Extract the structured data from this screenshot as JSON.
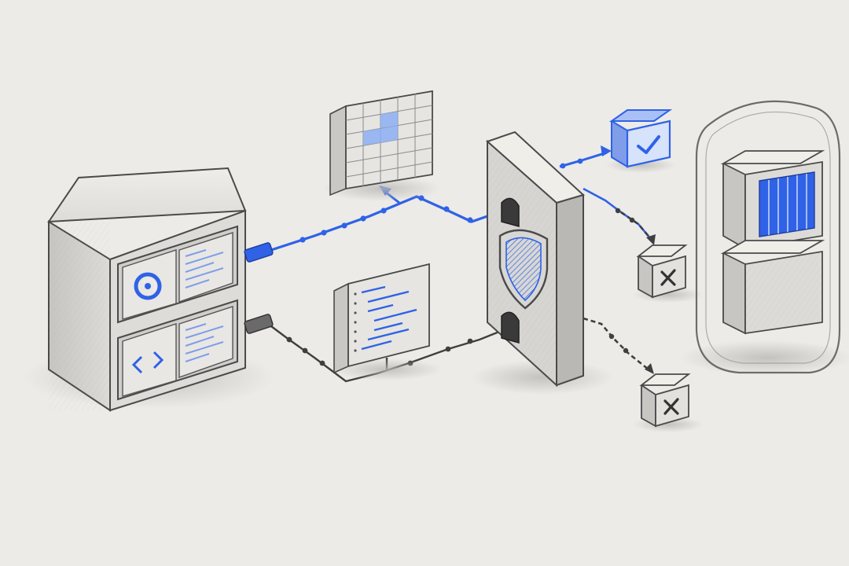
{
  "diagram": {
    "colors": {
      "background": "#ecebe8",
      "pencil": "#4a4a4a",
      "pencil_light": "#8c8c8c",
      "accent_blue": "#2f62e6",
      "accent_blue_light": "#8fb0f4",
      "face_light": "#e3e2df",
      "face_mid": "#d2d1ce",
      "face_dark": "#bdbcb9"
    },
    "icons": {
      "source_top": "swirl-logo-icon",
      "source_bottom": "code-brackets-icon",
      "gateway": "shield-icon",
      "accepted": "checkmark-icon",
      "rejected": "x-mark-icon",
      "destination": "server-rack-icon"
    },
    "nodes": [
      {
        "id": "source-server",
        "kind": "server with two bays"
      },
      {
        "id": "table-document",
        "kind": "data grid"
      },
      {
        "id": "code-document",
        "kind": "code listing"
      },
      {
        "id": "security-gateway",
        "kind": "wall with shield"
      },
      {
        "id": "accepted-cube",
        "kind": "check box"
      },
      {
        "id": "rejected-cube-top",
        "kind": "x box"
      },
      {
        "id": "rejected-cube-bottom",
        "kind": "x box"
      },
      {
        "id": "secure-enclave",
        "kind": "rounded enclosure with server"
      }
    ],
    "flows": [
      {
        "from": "source-server",
        "to": "security-gateway",
        "via": "table-document",
        "style": "blue"
      },
      {
        "from": "source-server",
        "to": "security-gateway",
        "via": "code-document",
        "style": "dark"
      },
      {
        "from": "security-gateway",
        "to": "accepted-cube",
        "style": "blue"
      },
      {
        "from": "security-gateway",
        "to": "rejected-cube-top",
        "style": "dark"
      },
      {
        "from": "security-gateway",
        "to": "rejected-cube-bottom",
        "style": "dark"
      }
    ]
  }
}
